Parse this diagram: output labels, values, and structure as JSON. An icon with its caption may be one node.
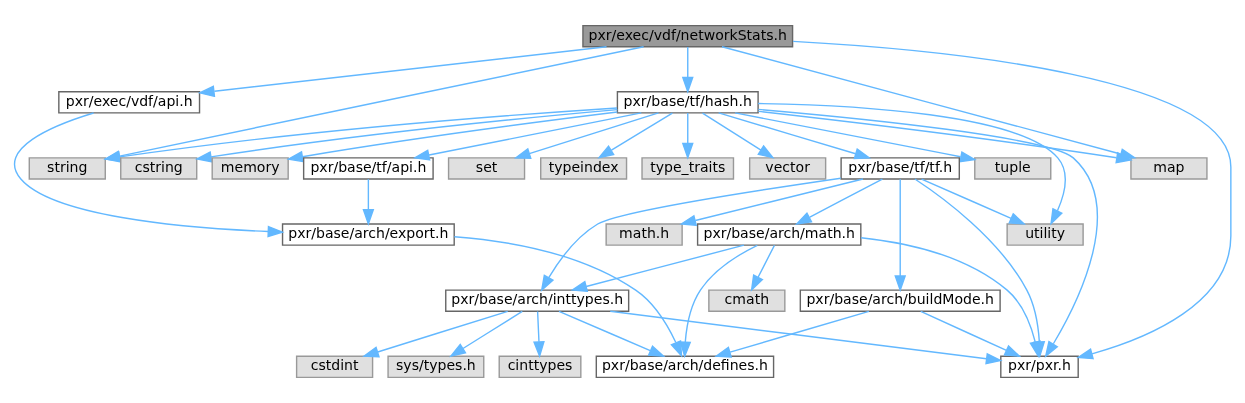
{
  "diagram": {
    "nodes": [
      {
        "text": [
          "pxr/exec/vdf/networkStats.h"
        ]
      },
      {
        "text": [
          "pxr/base/tf/hash.h"
        ]
      },
      {
        "text": [
          "pxr/exec/vdf/api.h"
        ]
      },
      {
        "text": [
          "string"
        ]
      },
      {
        "text": [
          "tuple"
        ]
      },
      {
        "text": [
          "typeindex"
        ]
      },
      {
        "text": [
          "type_traits"
        ]
      },
      {
        "text": [
          "vector"
        ]
      },
      {
        "text": [
          "pxr/base/tf/tf.h"
        ]
      },
      {
        "text": [
          "cstring"
        ]
      },
      {
        "text": [
          "memory"
        ]
      },
      {
        "text": [
          "set"
        ]
      },
      {
        "text": [
          "pxr/base/tf/api.h"
        ]
      },
      {
        "text": [
          "map"
        ]
      },
      {
        "text": [
          "pxr/base/arch/math.h"
        ]
      },
      {
        "text": [
          "math.h"
        ]
      },
      {
        "text": [
          "utility"
        ]
      },
      {
        "text": [
          "pxr/base/arch/export.h"
        ]
      },
      {
        "text": [
          "cmath"
        ]
      },
      {
        "text": [
          "pxr/base/arch/inttypes.h"
        ]
      },
      {
        "text": [
          "pxr/base/arch/buildMode.h"
        ]
      },
      {
        "text": [
          "pxr/pxr.h"
        ]
      },
      {
        "text": [
          "sys/types.h"
        ]
      },
      {
        "text": [
          "cinttypes"
        ]
      },
      {
        "text": [
          "cstdint"
        ]
      },
      {
        "text": [
          "pxr/base/arch/defines.h"
        ]
      }
    ],
    "edges": [
      {
        "from": 0,
        "to": 21,
        "arrow": "to"
      },
      {
        "from": 0,
        "to": 3,
        "arrow": "to"
      },
      {
        "from": 0,
        "to": 1,
        "arrow": "to"
      },
      {
        "from": 0,
        "to": 13,
        "arrow": "to"
      },
      {
        "from": 0,
        "to": 2,
        "arrow": "to"
      },
      {
        "from": 1,
        "to": 3,
        "arrow": "to"
      },
      {
        "from": 1,
        "to": 4,
        "arrow": "to"
      },
      {
        "from": 1,
        "to": 5,
        "arrow": "to"
      },
      {
        "from": 1,
        "to": 6,
        "arrow": "to"
      },
      {
        "from": 1,
        "to": 7,
        "arrow": "to"
      },
      {
        "from": 1,
        "to": 8,
        "arrow": "to"
      },
      {
        "from": 1,
        "to": 16,
        "arrow": "to"
      },
      {
        "from": 1,
        "to": 9,
        "arrow": "to"
      },
      {
        "from": 1,
        "to": 10,
        "arrow": "to"
      },
      {
        "from": 1,
        "to": 11,
        "arrow": "to"
      },
      {
        "from": 1,
        "to": 12,
        "arrow": "to"
      },
      {
        "from": 1,
        "to": 13,
        "arrow": "to"
      },
      {
        "from": 1,
        "to": 21,
        "arrow": "to"
      },
      {
        "from": 2,
        "to": 17,
        "arrow": "to"
      },
      {
        "from": 12,
        "to": 17,
        "arrow": "to"
      },
      {
        "from": 8,
        "to": 21,
        "arrow": "to"
      },
      {
        "from": 8,
        "to": 14,
        "arrow": "to"
      },
      {
        "from": 8,
        "to": 15,
        "arrow": "to"
      },
      {
        "from": 8,
        "to": 16,
        "arrow": "to"
      },
      {
        "from": 8,
        "to": 19,
        "arrow": "to"
      },
      {
        "from": 8,
        "to": 20,
        "arrow": "to"
      },
      {
        "from": 14,
        "to": 21,
        "arrow": "to"
      },
      {
        "from": 14,
        "to": 18,
        "arrow": "to"
      },
      {
        "from": 14,
        "to": 19,
        "arrow": "to"
      },
      {
        "from": 14,
        "to": 25,
        "arrow": "to"
      },
      {
        "from": 17,
        "to": 25,
        "arrow": "to"
      },
      {
        "from": 19,
        "to": 21,
        "arrow": "to"
      },
      {
        "from": 19,
        "to": 22,
        "arrow": "to"
      },
      {
        "from": 19,
        "to": 23,
        "arrow": "to"
      },
      {
        "from": 19,
        "to": 24,
        "arrow": "to"
      },
      {
        "from": 19,
        "to": 25,
        "arrow": "to"
      },
      {
        "from": 20,
        "to": 21,
        "arrow": "to"
      },
      {
        "from": 20,
        "to": 25,
        "arrow": "to"
      }
    ]
  }
}
